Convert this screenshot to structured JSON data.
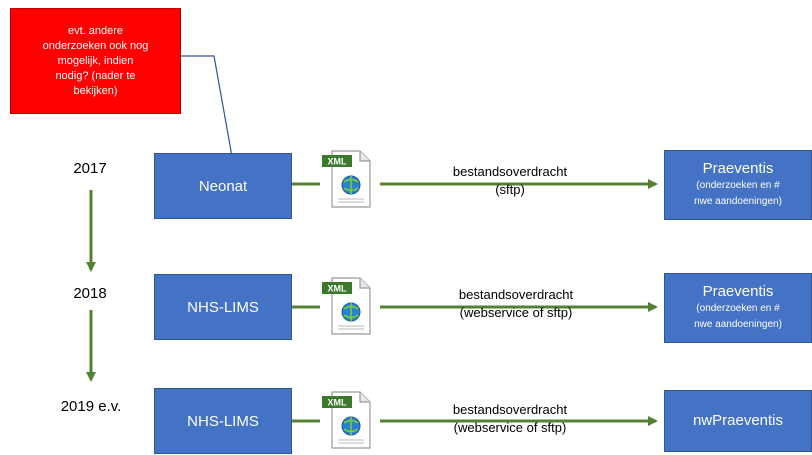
{
  "note": {
    "lines": [
      "evt. andere",
      "onderzoeken ook nog",
      "mogelijk, indien",
      "nodig? (nader te",
      "bekijken)"
    ]
  },
  "rows": [
    {
      "year": "2017",
      "source": "Neonat",
      "icon": "XML",
      "flow_line1": "bestandsoverdracht",
      "flow_line2": "(sftp)",
      "target_title": "Praeventis",
      "target_sub1": "(onderzoeken en #",
      "target_sub2": "nwe aandoeningen)"
    },
    {
      "year": "2018",
      "source": "NHS-LIMS",
      "icon": "XML",
      "flow_line1": "bestandsoverdracht",
      "flow_line2": "(webservice of sftp)",
      "target_title": "Praeventis",
      "target_sub1": "(onderzoeken en #",
      "target_sub2": "nwe aandoeningen)"
    },
    {
      "year": "2019 e.v.",
      "source": "NHS-LIMS",
      "icon": "XML",
      "flow_line1": "bestandsoverdracht",
      "flow_line2": "(webservice of sftp)",
      "target_title": "nwPraeventis"
    }
  ],
  "colors": {
    "box": "#4472c4",
    "arrow": "#548235",
    "note": "#ff0000",
    "callout_line": "#2f5597"
  }
}
